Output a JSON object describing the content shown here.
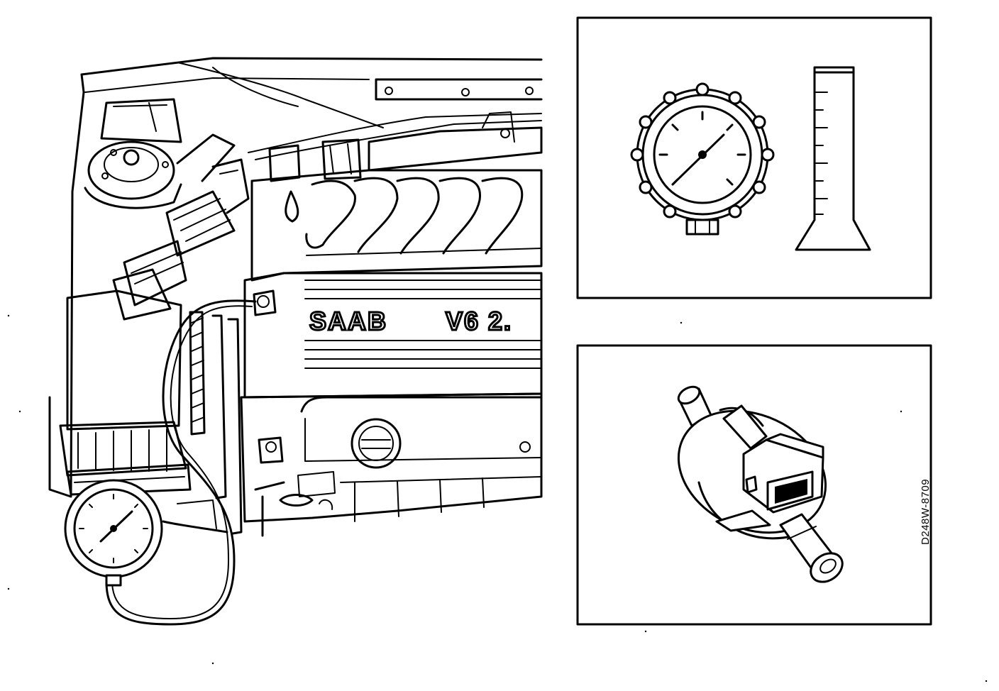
{
  "figure_code": "D248W-8709",
  "engine_cover": {
    "brand": "SAAB",
    "model": "V6 2."
  },
  "icons": [
    "pressure-gauge-icon",
    "measuring-cylinder-icon",
    "solenoid-valve-icon"
  ]
}
